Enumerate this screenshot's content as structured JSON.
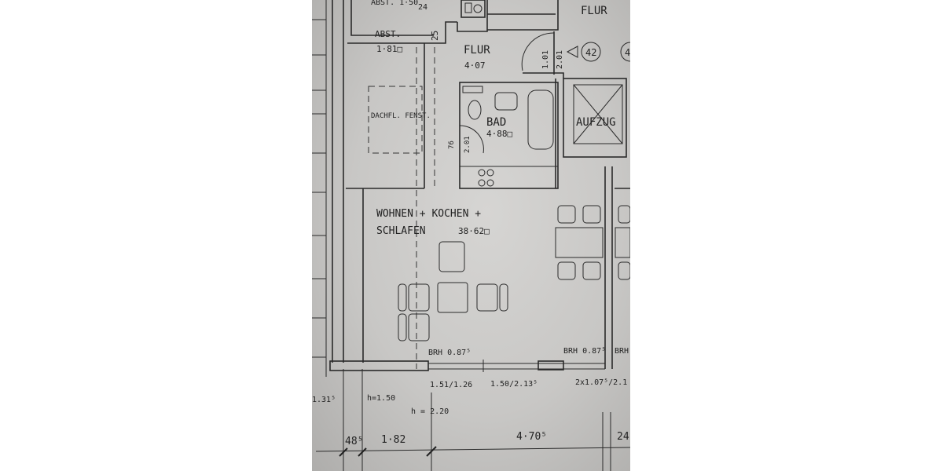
{
  "plan": {
    "rooms": {
      "abst_top": "ABST. 1·50",
      "abst_top_dim": "24",
      "abst": "ABST.",
      "abst_area": "1·81□",
      "abst_dim": "25",
      "flur": "FLUR",
      "flur_area": "4·07",
      "flur_outer": "FLUR",
      "door_w": "1.01",
      "door_h": "2.01",
      "apartment_no": "42",
      "apartment_no_next": "4",
      "bad": "BAD",
      "bad_area": "4·88□",
      "bad_door_w": "76",
      "bad_door_h": "2.01",
      "aufzug": "AUFZUG",
      "dachfenster": "DACHFL. FENST.",
      "wohnen_line1": "WOHNEN + KOCHEN +",
      "wohnen_line2": "SCHLAFEN",
      "wohnen_area": "38·62□"
    },
    "windows": {
      "brh1": "BRH 0.87⁵",
      "brh2": "BRH 0.87⁵",
      "brh3": "BRH",
      "w1": "1.51/1.26",
      "w2": "1.50/2.13⁵",
      "w3": "2x1.07⁵/2.1"
    },
    "dimensions": {
      "left": "1.31⁵",
      "h1": "h=1.50",
      "h2": "h = 2.20",
      "d1": "48⁵",
      "d2": "1·82",
      "d3": "4·70⁵",
      "d4": "24"
    }
  }
}
